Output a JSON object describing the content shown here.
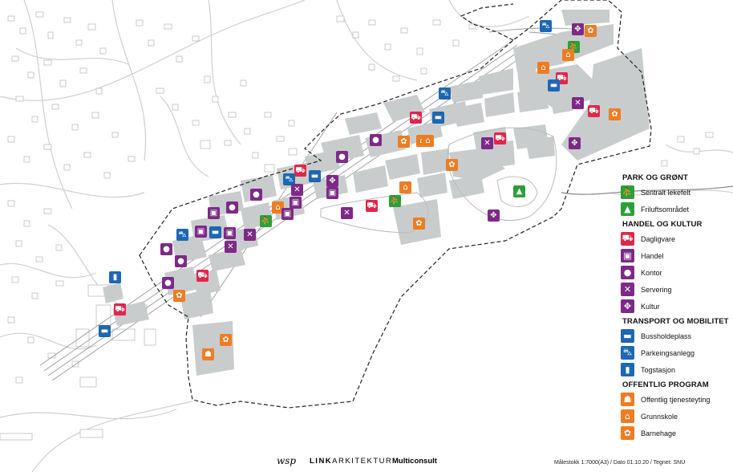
{
  "colors": {
    "green": "#2e9e3a",
    "red": "#e2264a",
    "purple": "#7d2a87",
    "blue": "#1d67b3",
    "orange": "#ef7c22",
    "gray_block": "#c9cccd",
    "boundary": "#222222"
  },
  "legend": {
    "sections": [
      {
        "title": "PARK OG GRØNT",
        "items": [
          {
            "label": "Sentralt lekefelt",
            "icon": "playground-icon",
            "color": "green"
          },
          {
            "label": "Friluftsområdet",
            "icon": "trees-icon",
            "color": "green"
          }
        ]
      },
      {
        "title": "HANDEL OG KULTUR",
        "items": [
          {
            "label": "Dagligvare",
            "icon": "shopping-cart-icon",
            "color": "red"
          },
          {
            "label": "Handel",
            "icon": "shopping-bag-icon",
            "color": "purple"
          },
          {
            "label": "Kontor",
            "icon": "office-person-icon",
            "color": "purple"
          },
          {
            "label": "Servering",
            "icon": "cutlery-icon",
            "color": "purple"
          },
          {
            "label": "Kultur",
            "icon": "culture-icon",
            "color": "purple"
          }
        ]
      },
      {
        "title": "TRANSPORT OG MOBILITET",
        "items": [
          {
            "label": "Bussholdeplass",
            "icon": "bus-icon",
            "color": "blue"
          },
          {
            "label": "Parkeingsanlegg",
            "icon": "car-icon",
            "color": "blue"
          },
          {
            "label": "Togstasjon",
            "icon": "train-icon",
            "color": "blue"
          }
        ]
      },
      {
        "title": "OFFENTLIG PROGRAM",
        "items": [
          {
            "label": "Offentlig tjenesteyting",
            "icon": "family-icon",
            "color": "orange"
          },
          {
            "label": "Grunnskole",
            "icon": "school-icon",
            "color": "orange"
          },
          {
            "label": "Barnehage",
            "icon": "kindergarten-icon",
            "color": "orange"
          }
        ]
      }
    ]
  },
  "footer": {
    "logo_wsp": "wsp",
    "logo_link": "LINK",
    "logo_link_suffix": "ARKITEKTUR",
    "logo_multiconsult": "Multiconsult",
    "scale_info": "Målestokk 1:7000(A3)  /  Dato 01.10.20  /  Tegnet: SNU"
  }
}
